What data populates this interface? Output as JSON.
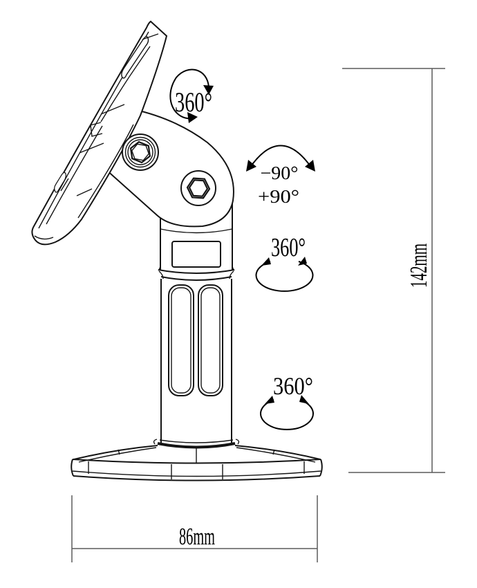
{
  "figure": {
    "background_color": "#ffffff",
    "drawing_line_color": "#141414",
    "dimension_line_color": "#5a5a5a",
    "text_color": "#000000"
  },
  "labels": {
    "rotation_top": "360°",
    "tilt_minus": "−90°",
    "tilt_plus": "+90°",
    "rotation_mid": "360°",
    "rotation_low": "360°",
    "dim_height": "142mm",
    "dim_width": "86mm"
  }
}
